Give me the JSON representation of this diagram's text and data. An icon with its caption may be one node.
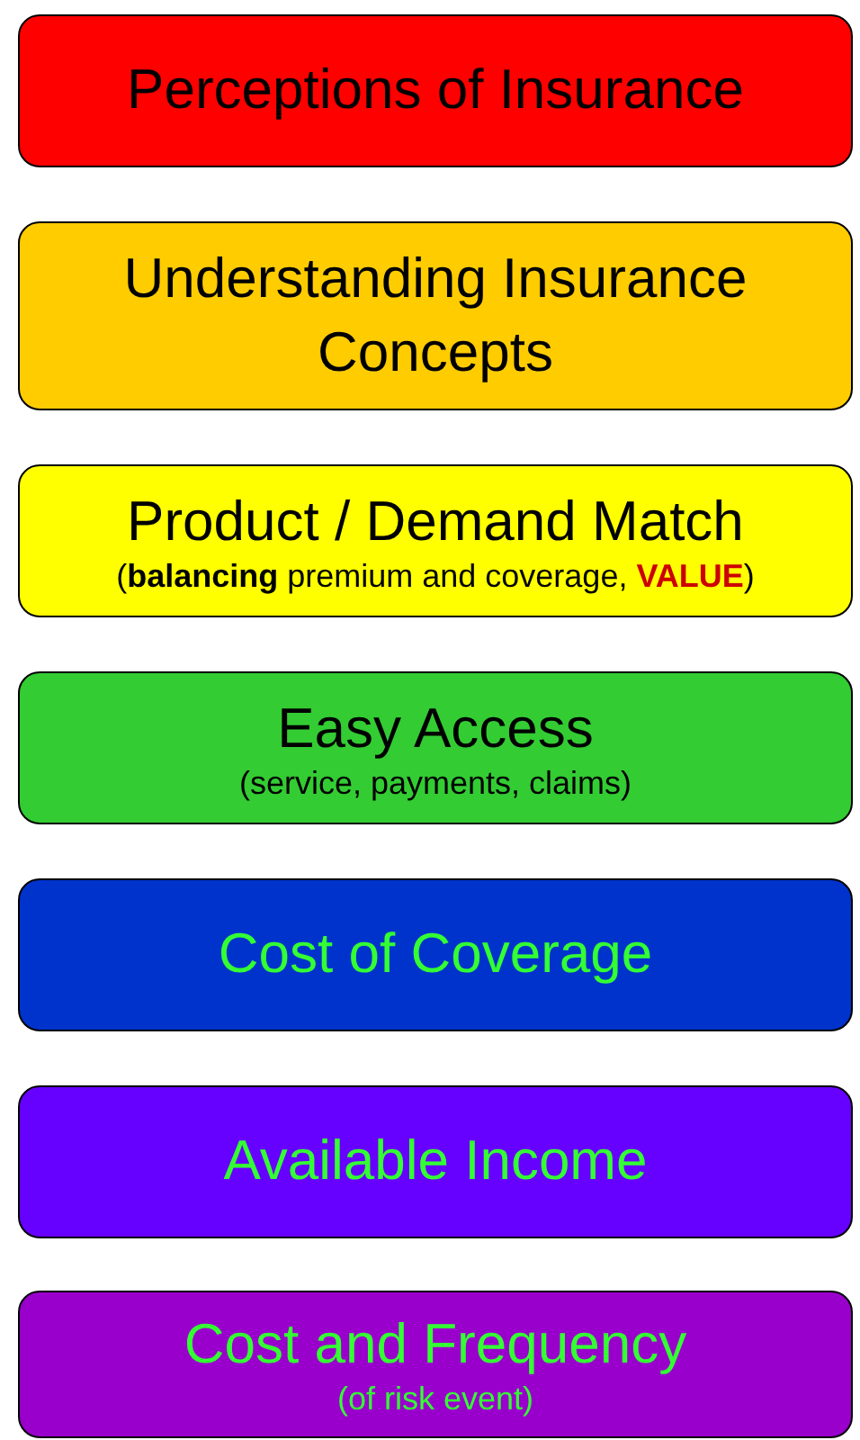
{
  "diagram": {
    "nodes": [
      {
        "text": [
          "Perceptions of Insurance"
        ]
      },
      {
        "text": [
          "Understanding Insurance Concepts"
        ]
      },
      {
        "text": [
          "Product / Demand Match",
          "(**balancing** premium and coverage, **VALUE**)"
        ]
      },
      {
        "text": [
          "Easy Access",
          "(service, payments, claims)"
        ]
      },
      {
        "text": [
          "Cost of Coverage"
        ]
      },
      {
        "text": [
          "Available Income"
        ]
      },
      {
        "text": [
          "Cost and Frequency",
          "(of risk event)"
        ]
      }
    ]
  }
}
